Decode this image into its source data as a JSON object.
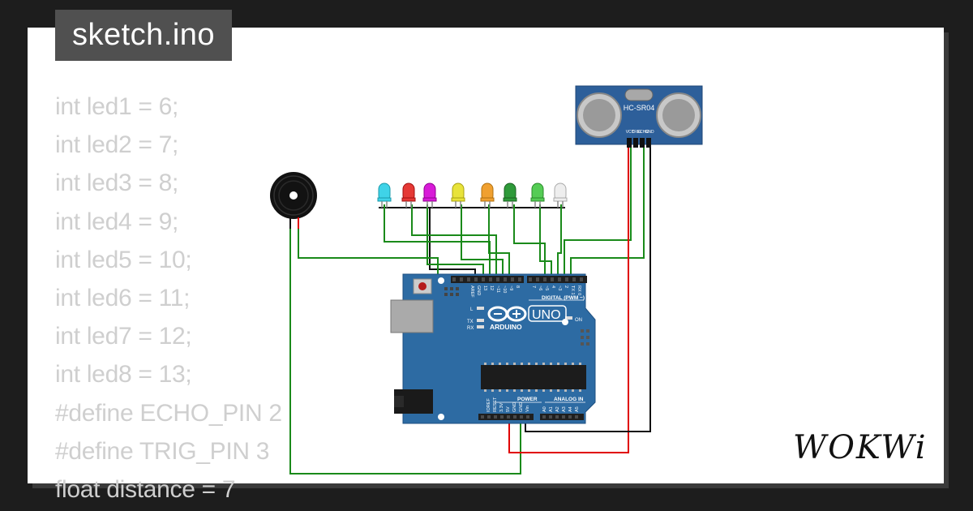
{
  "file_tab": {
    "label": "sketch.ino"
  },
  "code_lines": [
    "int led1 = 6;",
    "int led2 = 7;",
    "int led3 = 8;",
    "int led4 = 9;",
    "int led5 = 10;",
    "int led6 = 11;",
    "int led7 = 12;",
    "int led8 = 13;",
    "#define ECHO_PIN 2",
    "#define TRIG_PIN 3",
    "float distance = 7"
  ],
  "brand": {
    "logo_text": "WOKWi"
  },
  "sensor": {
    "model": "HC-SR04",
    "pins": [
      "VCC",
      "TRIG",
      "ECHO",
      "GND"
    ]
  },
  "board": {
    "name": "UNO",
    "maker": "ARDUINO",
    "digital_label": "DIGITAL (PWM ~)",
    "power_label": "POWER",
    "analog_label": "ANALOG IN",
    "on_label": "ON",
    "l_label": "L",
    "tx_label": "TX",
    "rx_label": "RX",
    "digital_pins": [
      "AREF",
      "GND",
      "13",
      "12",
      "~11",
      "~10",
      "~9",
      "8",
      "7",
      "~6",
      "~5",
      "4",
      "~3",
      "2",
      "TX 1",
      "RX 0"
    ],
    "power_pins": [
      "IOREF",
      "RESET",
      "3.3V",
      "5V",
      "GND",
      "GND",
      "Vin"
    ],
    "analog_pins": [
      "A0",
      "A1",
      "A2",
      "A3",
      "A4",
      "A5"
    ]
  },
  "leds": [
    {
      "color": "#3fd3e8"
    },
    {
      "color": "#e53935"
    },
    {
      "color": "#d81bd8"
    },
    {
      "color": "#e8e33a"
    },
    {
      "color": "#f0a030"
    },
    {
      "color": "#2e9a3a"
    },
    {
      "color": "#55cc55"
    },
    {
      "color": "#eeeeee"
    }
  ],
  "colors": {
    "board": "#2d6ba3",
    "wire_green": "#1a8a1a",
    "wire_red": "#e00000",
    "wire_black": "#111111"
  }
}
